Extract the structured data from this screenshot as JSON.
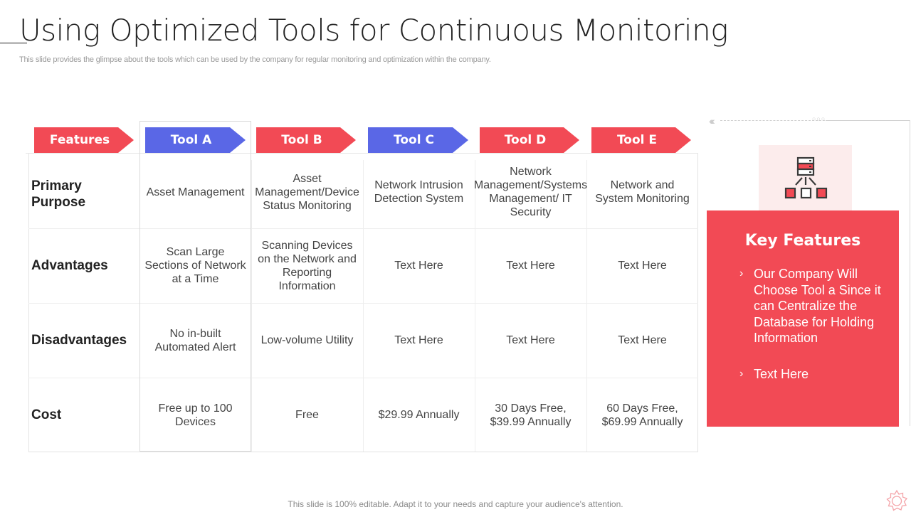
{
  "slide": {
    "title": "Using Optimized Tools for Continuous Monitoring",
    "subtitle": "This slide provides the glimpse about the tools which can be used by the company for regular monitoring and optimization within the company.",
    "footer": "This slide is 100% editable. Adapt it to your needs and capture your audience's attention."
  },
  "colors": {
    "red": "#f24a55",
    "blue": "#5a67e6",
    "icon_bg": "#fcecec"
  },
  "table": {
    "headers": [
      {
        "label": "Features",
        "color": "red"
      },
      {
        "label": "Tool A",
        "color": "blue"
      },
      {
        "label": "Tool B",
        "color": "red"
      },
      {
        "label": "Tool C",
        "color": "blue"
      },
      {
        "label": "Tool D",
        "color": "red"
      },
      {
        "label": "Tool E",
        "color": "red"
      }
    ],
    "rows": [
      {
        "label": "Primary Purpose",
        "cells": [
          "Asset Management",
          "Asset Management/Device Status Monitoring",
          "Network Intrusion Detection System",
          "Network Management/Systems Management/ IT Security",
          "Network and System Monitoring"
        ]
      },
      {
        "label": "Advantages",
        "cells": [
          "Scan Large Sections of Network at a Time",
          "Scanning Devices on the Network and Reporting Information",
          "Text Here",
          "Text Here",
          "Text Here"
        ]
      },
      {
        "label": "Disadvantages",
        "cells": [
          "No in-built Automated Alert",
          "Low-volume Utility",
          "Text Here",
          "Text Here",
          "Text Here"
        ]
      },
      {
        "label": "Cost",
        "cells": [
          "Free up to 100 Devices",
          "Free",
          "$29.99 Annually",
          "30 Days Free, $39.99 Annually",
          "60 Days Free, $69.99 Annually"
        ]
      }
    ]
  },
  "key_features": {
    "icon": "server-network-icon",
    "title": "Key Features",
    "items": [
      "Our Company Will Choose Tool a Since it can Centralize the Database for Holding Information",
      "Text Here"
    ]
  }
}
